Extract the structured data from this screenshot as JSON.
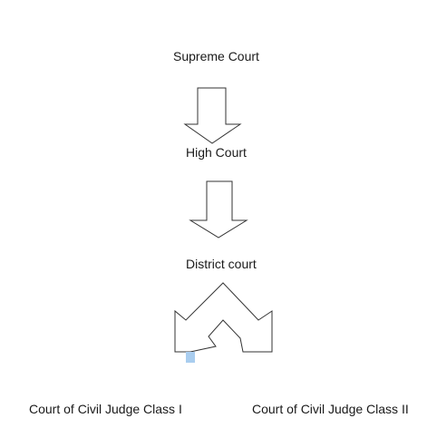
{
  "diagram": {
    "nodes": {
      "supreme": "Supreme Court",
      "high": "High Court",
      "district": "District court",
      "civil_class_1": "Court of Civil Judge Class I",
      "civil_class_2": "Court of Civil Judge Class II"
    },
    "edges": [
      {
        "from": "supreme",
        "to": "high",
        "kind": "down-arrow"
      },
      {
        "from": "high",
        "to": "district",
        "kind": "down-arrow"
      },
      {
        "from": "district",
        "to": [
          "civil_class_1",
          "civil_class_2"
        ],
        "kind": "split-arrow"
      }
    ]
  },
  "colors": {
    "text": "#1a1a1a",
    "arrow_stroke": "#333333",
    "arrow_fill": "#ffffff",
    "selection_marker": "#a9cdef"
  }
}
